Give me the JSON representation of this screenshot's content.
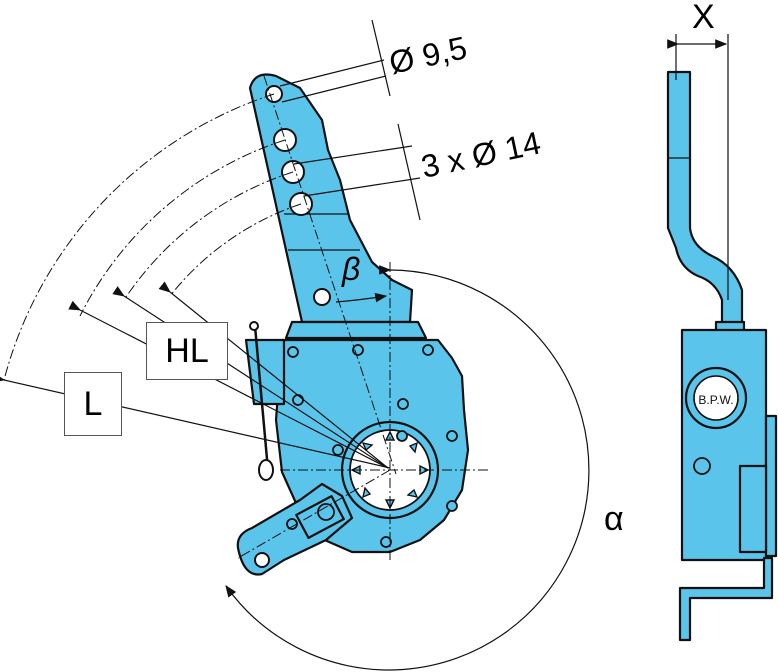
{
  "colors": {
    "part_fill": "#5bc4ea",
    "outline": "#111111",
    "background": "#ffffff"
  },
  "labels": {
    "hole_small": "Ø 9,5",
    "holes_large": "3 x Ø 14",
    "offset_x": "X",
    "angle_beta": "β",
    "angle_alpha": "α",
    "lever_hl": "HL",
    "lever_l": "L"
  },
  "logo_text": "B.P.W."
}
